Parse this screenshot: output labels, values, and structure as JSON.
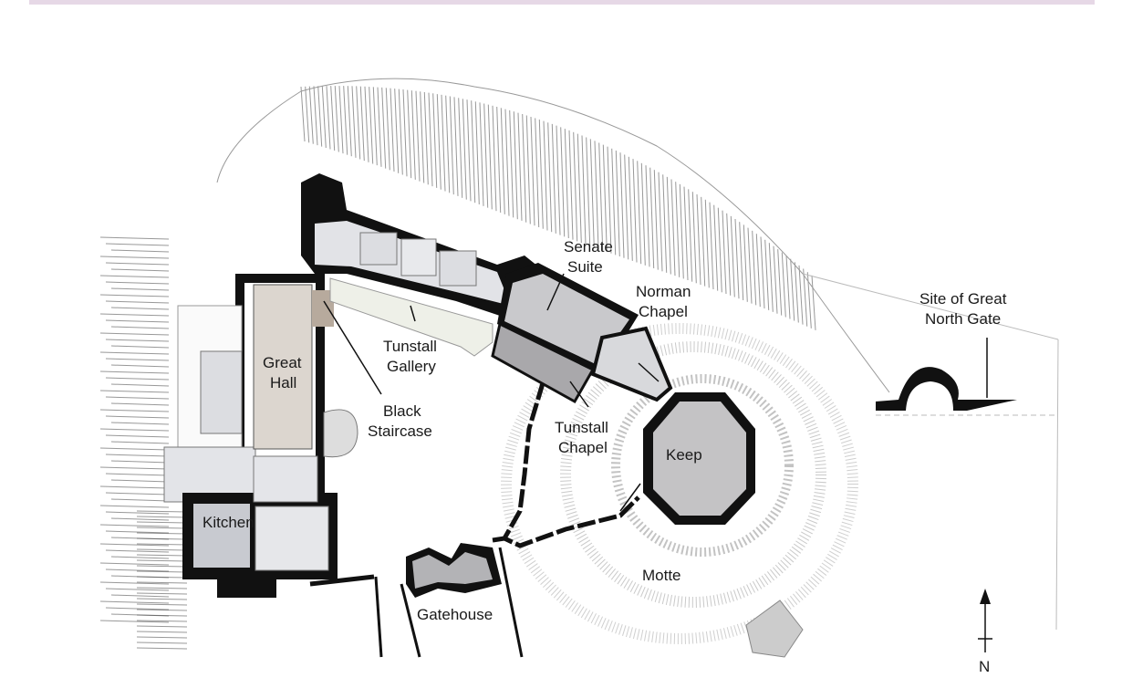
{
  "labels": {
    "senate_suite": [
      "Senate",
      "Suite"
    ],
    "norman_chapel": [
      "Norman",
      "Chapel"
    ],
    "site_great_north_gate": [
      "Site of Great",
      "North Gate"
    ],
    "great_hall": [
      "Great",
      "Hall"
    ],
    "tunstall_gallery": [
      "Tunstall",
      "Gallery"
    ],
    "black_staircase": [
      "Black",
      "Staircase"
    ],
    "tunstall_chapel": [
      "Tunstall",
      "Chapel"
    ],
    "keep": "Keep",
    "kitchen": "Kitchen",
    "motte": "Motte",
    "gatehouse": "Gatehouse",
    "north_arrow": "N"
  },
  "colors": {
    "top_band": "#e6d8e6",
    "great_hall": "#dcd6cf",
    "black_staircase": "#b7aa9d",
    "tunstall_gallery": "#eef0e8",
    "tunstall_chapel": "#a9a8ab",
    "keep": "#c4c3c5",
    "kitchen": "#c8cad0",
    "rooms": "#dcdde1",
    "walls": "#111111"
  }
}
